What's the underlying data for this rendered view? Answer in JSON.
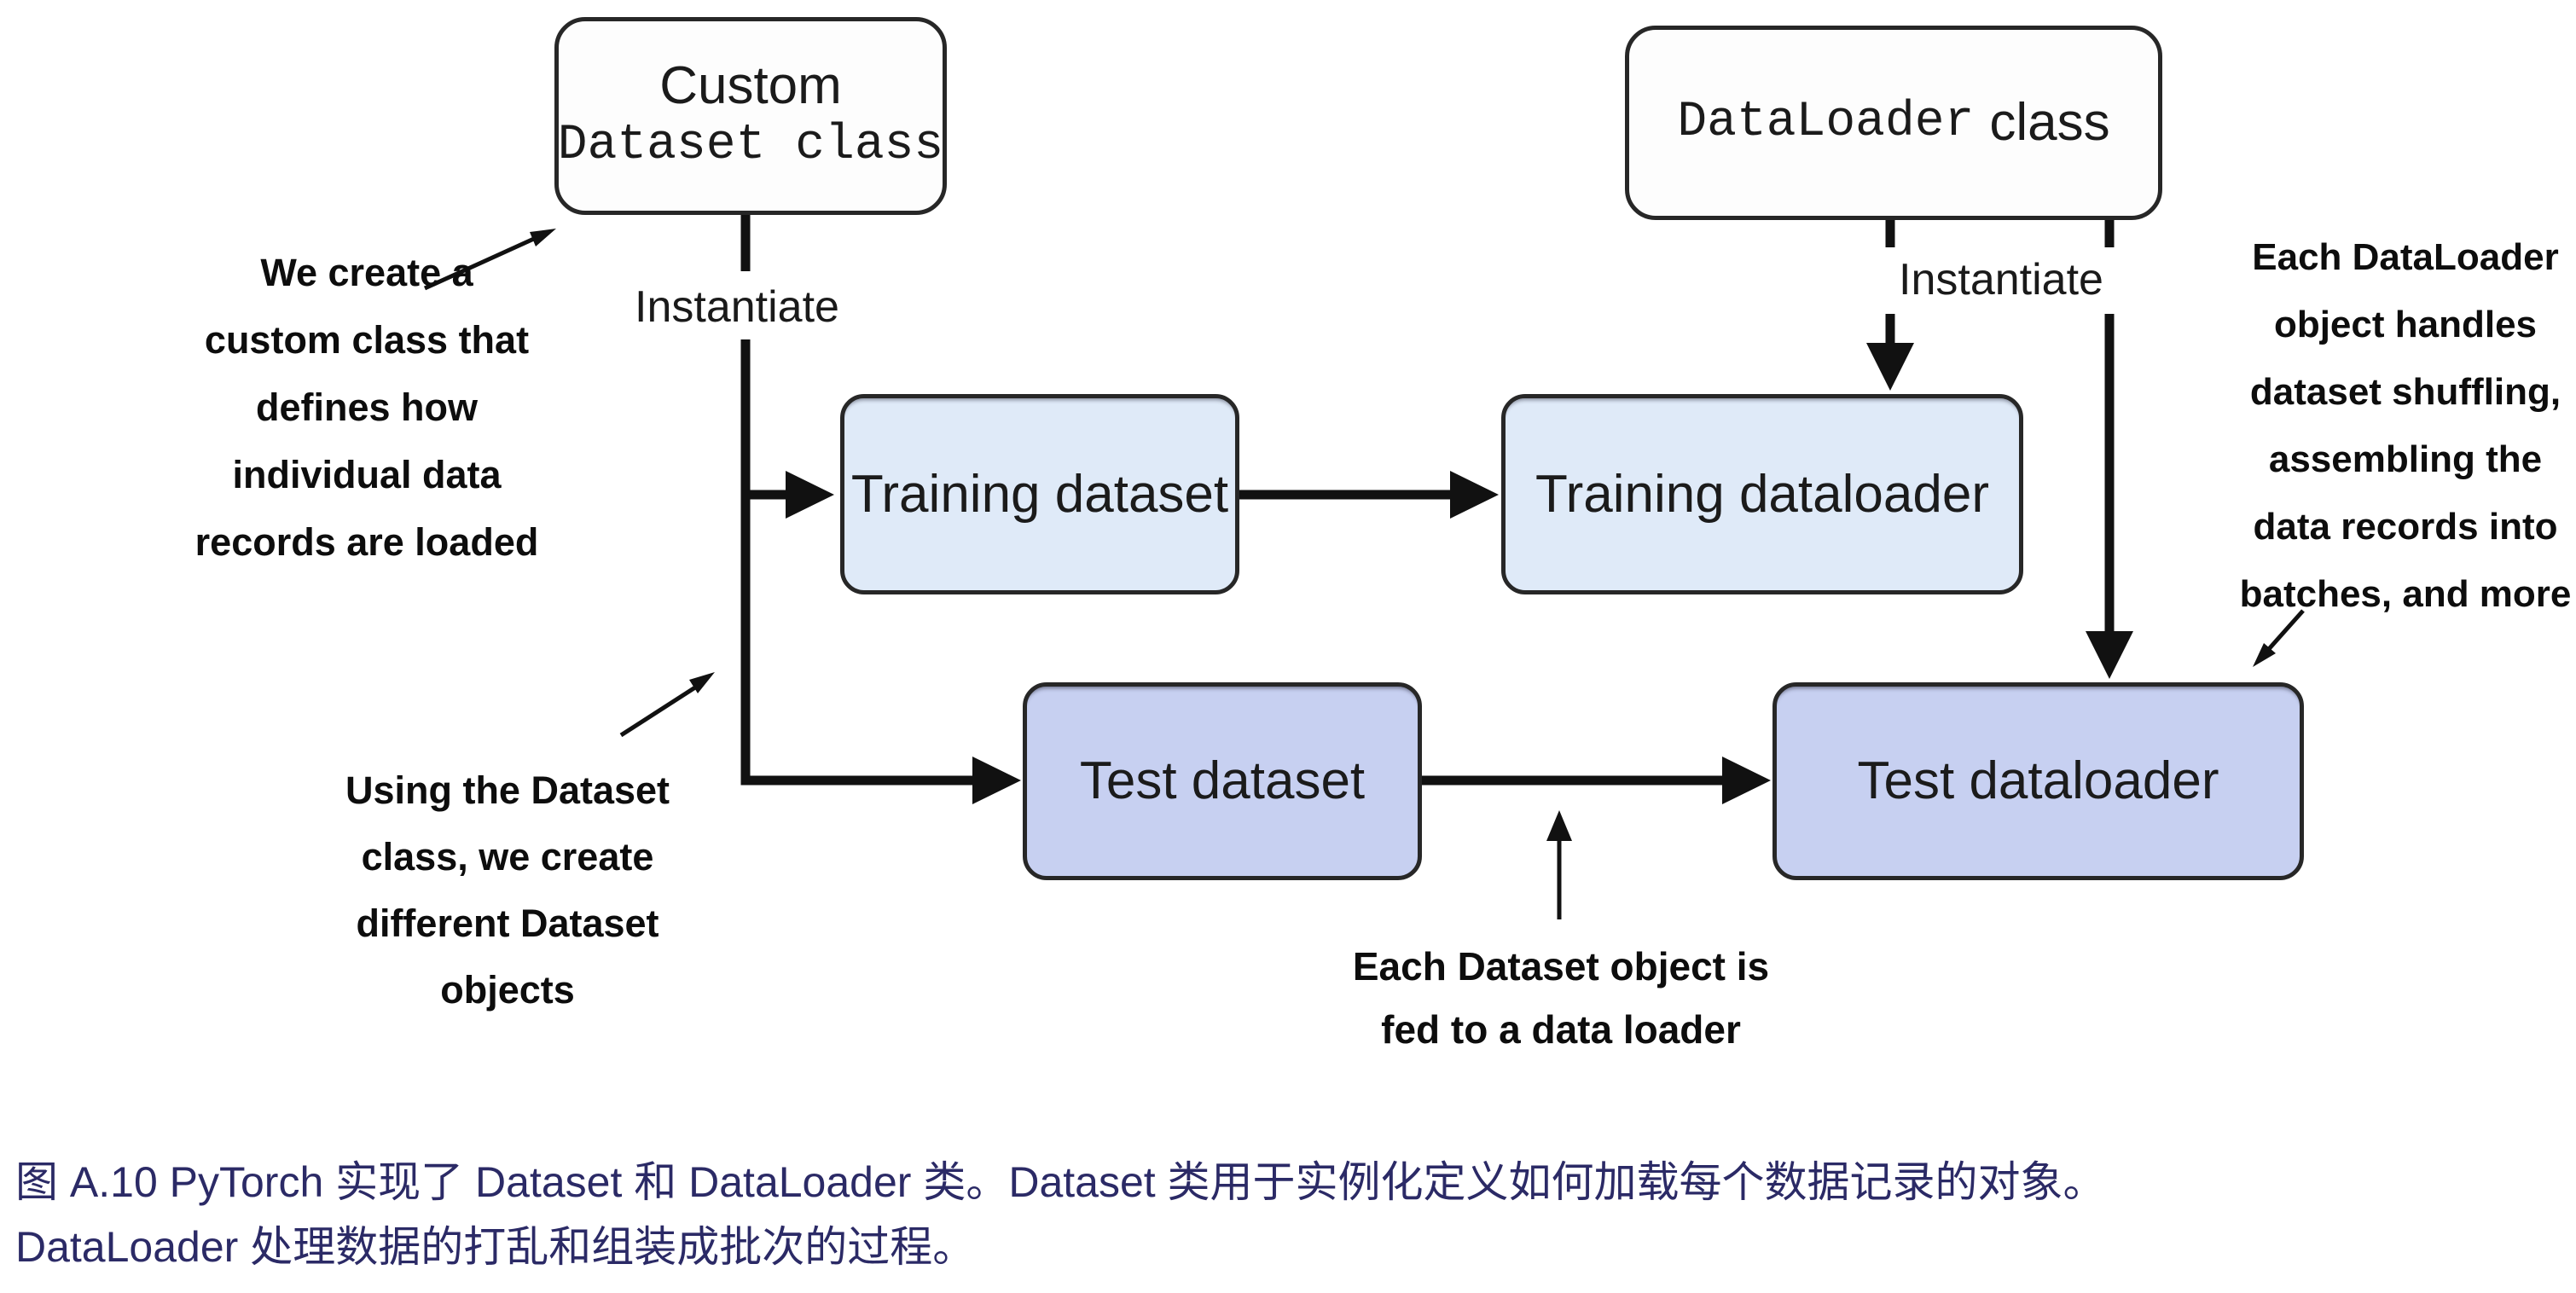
{
  "diagram": {
    "nodes": {
      "custom_dataset_class": {
        "title_line1": "Custom",
        "title_line2": "Dataset class"
      },
      "dataloader_class": {
        "title_mono": "DataLoader",
        "title_rest": "class"
      },
      "training_dataset": {
        "label": "Training dataset"
      },
      "training_dataloader": {
        "label": "Training dataloader"
      },
      "test_dataset": {
        "label": "Test dataset"
      },
      "test_dataloader": {
        "label": "Test dataloader"
      }
    },
    "edge_labels": {
      "instantiate_left": "Instantiate",
      "instantiate_right": "Instantiate"
    },
    "annotations": {
      "create_custom_class": {
        "lines": [
          "We create a",
          "custom class that",
          "defines how",
          "individual data",
          "records are loaded"
        ]
      },
      "using_dataset_class": {
        "lines": [
          "Using the Dataset",
          "class, we create",
          "different Dataset",
          "objects"
        ]
      },
      "dataloader_object_handles": {
        "lines": [
          "Each DataLoader",
          "object handles",
          "dataset shuffling,",
          "assembling the",
          "data records into",
          "batches, and more"
        ]
      },
      "dataset_fed_to_loader": {
        "lines": [
          "Each Dataset object is",
          "fed to a data loader"
        ]
      }
    },
    "colors": {
      "training_fill": "#dfeaf8",
      "test_fill": "#c7d0f1",
      "node_border": "#272727",
      "arrow": "#111111",
      "caption_text": "#2b2a66"
    }
  },
  "caption": {
    "lines": [
      "图 A.10 PyTorch 实现了 Dataset 和 DataLoader 类。Dataset 类用于实例化定义如何加载每个数据记录的对象。",
      "DataLoader 处理数据的打乱和组装成批次的过程。"
    ]
  }
}
